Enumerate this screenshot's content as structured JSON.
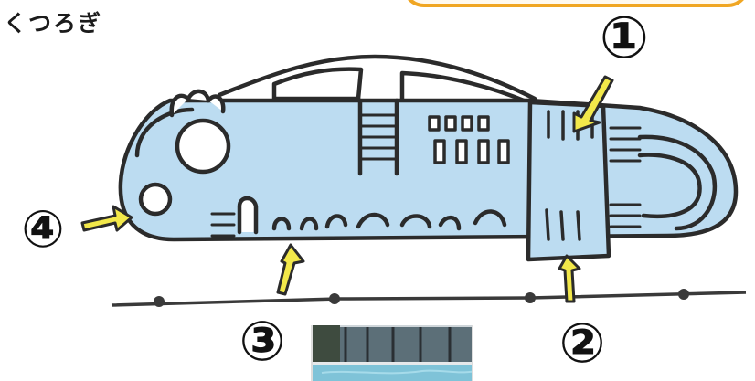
{
  "page": {
    "title": "くつろぎ"
  },
  "markers": {
    "m1": "①",
    "m2": "②",
    "m3": "③",
    "m4": "④"
  },
  "colors": {
    "outline": "#2b2b2b",
    "body_fill": "#bcdcf1",
    "arrow_fill": "#f2e84a",
    "tab_border": "#f0a623"
  },
  "icons": {
    "train": "bullet-train-drawing",
    "arrow": "yellow-arrow",
    "photo": "pool-photo"
  }
}
